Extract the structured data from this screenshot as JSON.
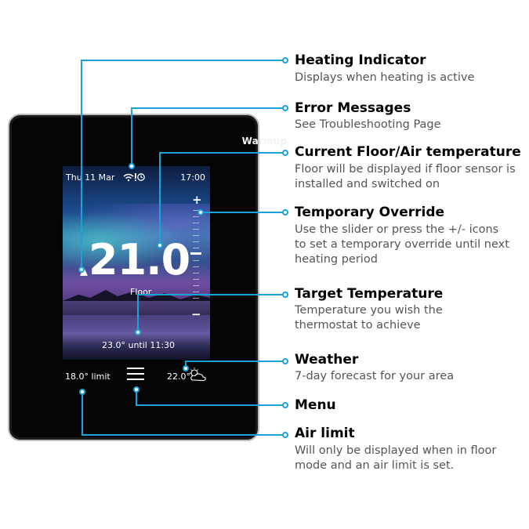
{
  "device": {
    "brand": "Warmup",
    "date": "Thu 11 Mar",
    "time": "17:00",
    "temperature": "21.0",
    "mode": "Floor",
    "override": "23.0° until 11:30",
    "air_limit": "18.0° limit",
    "weather_temp": "22.0°",
    "plus": "+",
    "minus": "−"
  },
  "callouts": [
    {
      "title": "Heating Indicator",
      "desc": [
        "Displays when heating is active"
      ]
    },
    {
      "title": "Error Messages",
      "desc": [
        "See Troubleshooting Page"
      ]
    },
    {
      "title": "Current Floor/Air temperature",
      "desc": [
        "Floor will be displayed if floor sensor is",
        "installed and switched on"
      ]
    },
    {
      "title": "Temporary Override",
      "desc": [
        "Use the slider or press the +/- icons",
        "to set a temporary override until next",
        "heating period"
      ]
    },
    {
      "title": "Target Temperature",
      "desc": [
        "Temperature you wish the",
        "thermostat to achieve"
      ]
    },
    {
      "title": "Weather",
      "desc": [
        "7-day forecast for your area"
      ]
    },
    {
      "title": "Menu",
      "desc": []
    },
    {
      "title": "Air limit",
      "desc": [
        "Will only be displayed when in floor",
        "mode and an air limit is set."
      ]
    }
  ],
  "colors": {
    "leader": "#1aa3d9",
    "bezel": "#050505"
  }
}
